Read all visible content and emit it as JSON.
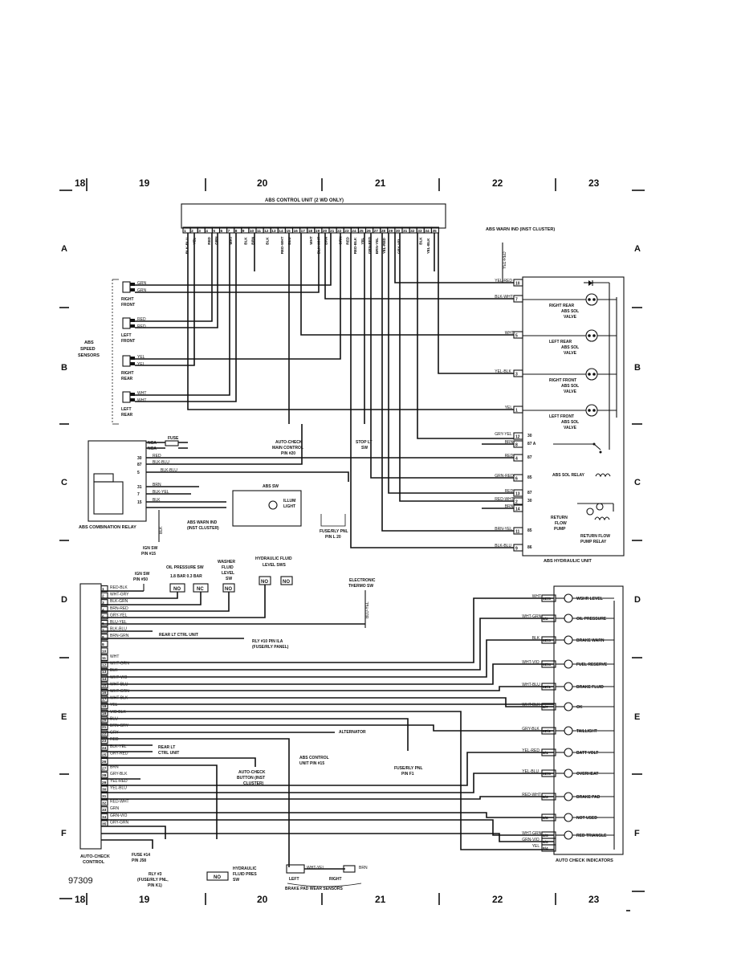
{
  "grid": {
    "top_numbers": [
      "18",
      "19",
      "20",
      "21",
      "22",
      "23"
    ],
    "bottom_numbers": [
      "18",
      "19",
      "20",
      "21",
      "22",
      "23"
    ],
    "left_letters": [
      "A",
      "B",
      "C",
      "D",
      "E",
      "F"
    ],
    "right_letters": [
      "A",
      "B",
      "C",
      "D",
      "E",
      "F"
    ]
  },
  "drawing_number": "97309",
  "abs_control_unit": {
    "title": "ABS CONTROL UNIT (2 WD ONLY)",
    "pins": [
      "1",
      "2",
      "3",
      "4",
      "5",
      "6",
      "7",
      "8",
      "9",
      "10",
      "11",
      "12",
      "13",
      "14",
      "15",
      "16",
      "17",
      "18",
      "19",
      "20",
      "21",
      "22",
      "23",
      "24",
      "25",
      "26",
      "27",
      "28",
      "29",
      "30",
      "31",
      "32",
      "33",
      "34",
      "35"
    ],
    "pin_wires": [
      {
        "pin": "1",
        "color": "BLK-BLU"
      },
      {
        "pin": "2",
        "color": "YEL"
      },
      {
        "pin": "4",
        "color": "RED"
      },
      {
        "pin": "5",
        "color": "GRN"
      },
      {
        "pin": "7",
        "color": "WHT"
      },
      {
        "pin": "9",
        "color": "BLK"
      },
      {
        "pin": "10",
        "color": "BRN"
      },
      {
        "pin": "12",
        "color": "BLK"
      },
      {
        "pin": "14",
        "color": "RED-WHT"
      },
      {
        "pin": "15",
        "color": "BLU"
      },
      {
        "pin": "18",
        "color": "WHT"
      },
      {
        "pin": "19",
        "color": "BLK-WHT"
      },
      {
        "pin": "20",
        "color": "BRN"
      },
      {
        "pin": "22",
        "color": "GRN"
      },
      {
        "pin": "23",
        "color": "RED"
      },
      {
        "pin": "24",
        "color": "RED-BLK"
      },
      {
        "pin": "25",
        "color": "YEL"
      },
      {
        "pin": "26",
        "color": "GRN-RED"
      },
      {
        "pin": "27",
        "color": "BRN-YEL"
      },
      {
        "pin": "28",
        "color": "YEL-RED"
      },
      {
        "pin": "30",
        "color": "GRY-YEL"
      },
      {
        "pin": "33",
        "color": "BLK"
      },
      {
        "pin": "34",
        "color": "YEL-BLK"
      }
    ]
  },
  "abs_speed_sensors": {
    "label": "ABS SPEED SENSORS",
    "sensors": [
      {
        "name": "RIGHT FRONT",
        "wires": [
          "GRN",
          "GRN"
        ]
      },
      {
        "name": "LEFT FRONT",
        "wires": [
          "RED",
          "RED"
        ]
      },
      {
        "name": "RIGHT REAR",
        "wires": [
          "YEL",
          "YEL"
        ]
      },
      {
        "name": "LEFT REAR",
        "wires": [
          "WHT",
          "WHT"
        ]
      }
    ]
  },
  "abs_warn_ind_top": {
    "label": "ABS WARN IND (INST CLUSTER)",
    "wire": "YEL-RED"
  },
  "abs_hydraulic_unit": {
    "title": "ABS HYDRAULIC UNIT",
    "pins": [
      {
        "num": "10",
        "wire": "YEL-RED"
      },
      {
        "num": "7",
        "wire": "BLK-WHT"
      },
      {
        "num": "5",
        "wire": "WHT"
      },
      {
        "num": "3",
        "wire": "YEL-BLK"
      },
      {
        "num": "1",
        "wire": "YEL"
      },
      {
        "num": "12",
        "wire": "GRY-YEL"
      },
      {
        "num": "8",
        "wire": "BRN"
      },
      {
        "num": "4",
        "wire": "RED"
      },
      {
        "num": "6",
        "wire": "GRN-RED"
      },
      {
        "num": "13",
        "wire": "RED"
      },
      {
        "num": "2",
        "wire": "RED-WHT"
      },
      {
        "num": "14",
        "wire": "BRN"
      },
      {
        "num": "11",
        "wire": "BRN-YEL"
      },
      {
        "num": "9",
        "wire": "BLK-BLU"
      }
    ],
    "valves": [
      "RIGHT REAR ABS SOL VALVE",
      "LEFT REAR ABS SOL VALVE",
      "RIGHT FRONT ABS SOL VALVE",
      "LEFT FRONT ABS SOL VALVE"
    ],
    "relay_terminals": [
      "30",
      "87 A",
      "87",
      "85",
      "87",
      "30",
      "85",
      "86"
    ],
    "sol_relay": "ABS SOL RELAY",
    "pump": "RETURN FLOW PUMP",
    "pump_relay": "RETURN FLOW PUMP RELAY"
  },
  "combination_relay": {
    "title": "ABS COMBINATION RELAY",
    "fuse": "FUSE",
    "terminals": [
      "NCA",
      "NCA",
      "30",
      "87",
      "5",
      "31",
      "7",
      "15"
    ],
    "wires": [
      "RED",
      "BLK-BLU",
      "BLK-BLU",
      "BRN",
      "BLK-YEL",
      "BLK"
    ],
    "ign": "IGN SW PIN #15"
  },
  "abs_sw": {
    "label": "ABS SW",
    "light": "ILLUM LIGHT",
    "wires": [
      "BLK",
      "BLK",
      "BRN"
    ]
  },
  "abs_warn_ind_bottom": "ABS WARN IND (INST CLUSTER)",
  "auto_check_main": "AUTO-CHECK MAIN CONTROL PIN #20",
  "stop_lt": "STOP LT SW",
  "fuse_rly_pnl_top": "FUSE/RLY PNL PIN L 20",
  "fuse_rly_wires": [
    "RED",
    "RED",
    "RED"
  ],
  "auto_check_control": {
    "title": "AUTO-CHECK CONTROL",
    "pins": [
      {
        "n": "1",
        "w": "RED-BLK"
      },
      {
        "n": "2",
        "w": "WHT-GRY"
      },
      {
        "n": "3",
        "w": "BLK-GRN"
      },
      {
        "n": "4",
        "w": "BRN-RED"
      },
      {
        "n": "5",
        "w": "GRY-YEL"
      },
      {
        "n": "6",
        "w": "BLU-YEL"
      },
      {
        "n": "7",
        "w": "BLK-BLU"
      },
      {
        "n": "8",
        "w": "BRN-GRN"
      },
      {
        "n": "9",
        "w": ""
      },
      {
        "n": "10",
        "w": ""
      },
      {
        "n": "11",
        "w": "WHT"
      },
      {
        "n": "12",
        "w": "WHT-GRN"
      },
      {
        "n": "13",
        "w": "BLK"
      },
      {
        "n": "14",
        "w": "WHT-VIO"
      },
      {
        "n": "15",
        "w": "WHT-BLU"
      },
      {
        "n": "16",
        "w": "WHT-GRN"
      },
      {
        "n": "17",
        "w": "WHT-BLK"
      },
      {
        "n": "18",
        "w": "YEL"
      },
      {
        "n": "19",
        "w": "VIO-BLK"
      },
      {
        "n": "20",
        "w": "BLU"
      },
      {
        "n": "21",
        "w": "BRN-GRY"
      },
      {
        "n": "22",
        "w": "GRY"
      },
      {
        "n": "23",
        "w": "RED"
      },
      {
        "n": "24",
        "w": "BLK-YEL"
      },
      {
        "n": "25",
        "w": "GRY-RED"
      },
      {
        "n": "26",
        "w": ""
      },
      {
        "n": "27",
        "w": "BRN"
      },
      {
        "n": "28",
        "w": "GRY-BLK"
      },
      {
        "n": "29",
        "w": "YEL-RED"
      },
      {
        "n": "30",
        "w": "YEL-BLU"
      },
      {
        "n": "31",
        "w": ""
      },
      {
        "n": "32",
        "w": "RED-WHT"
      },
      {
        "n": "33",
        "w": "GRN"
      },
      {
        "n": "34",
        "w": "GRN-VIO"
      },
      {
        "n": "35",
        "w": "GRY-GRN"
      }
    ]
  },
  "lower_labels": {
    "ign_sw": "IGN SW PIN #50",
    "oil_pressure_sw": "OIL PRESSURE SW",
    "oil_values": "1.8 BAR 0.3 BAR",
    "washer_fluid": "WASHER FLUID LEVEL SW",
    "hydraulic_fluid": "HYDRAULIC FLUID LEVEL SWS",
    "electronic_thermo": "ELECTRONIC THERMO SW",
    "rear_lt_ctrl": "REAR LT CTRL UNIT",
    "rly_10": "RLY #10 PIN ILA (FUSE/RLY PANEL)",
    "alternator": "ALTERNATOR",
    "abs_control_pin": "ABS CONTROL UNIT PIN #15",
    "auto_check_button": "AUTO-CHECK BUTTON (INST CLUSTER)",
    "fuse_rly_pnl_f1": "FUSE/RLY PNL PIN F1",
    "rear_lt_ctrl_2": "REAR LT CTRL UNIT",
    "fuse_14": "FUSE #14 PIN J58",
    "rly_3": "RLY #3 (FUSE/RLY PNL, PIN K1)",
    "hydraulic_pres": "HYDRAULIC FLUID PRES SW",
    "brake_pad": "BRAKE PAD WEAR SENSORS",
    "left": "LEFT",
    "right": "RIGHT",
    "no": "NO",
    "nc": "NC",
    "wht_yel": "WHT-YEL",
    "blu_yel": "BLU-YEL",
    "gry_yel": "GRY-YEL",
    "gry_red": "GRY-RED",
    "blu": "BLU",
    "vio_blk": "VIO-BLK",
    "grn": "GRN",
    "brn": "BRN",
    "wht_yel_v": "WHT-YEL",
    "bln": "BLN"
  },
  "auto_check_indicators": {
    "title": "AUTO CHECK INDICATORS",
    "items": [
      {
        "wire": "WHT",
        "pin": "6E/5",
        "label": "WSHR LEVEL"
      },
      {
        "wire": "WHT-GRN",
        "pin": "8/2",
        "label": "OIL PRESSURE"
      },
      {
        "wire": "BLK",
        "pin": "6E/3",
        "label": "BRAKE WARN"
      },
      {
        "wire": "WHT-VIO",
        "pin": "6E/4",
        "label": "FUEL RESERVE"
      },
      {
        "wire": "WHT-BLU",
        "pin": "6E/1",
        "label": "BRAKE FLUID"
      },
      {
        "wire": "WHT-BLK",
        "pin": "8/7",
        "label": "OK"
      },
      {
        "wire": "GRY-BLK",
        "pin": "6E/2",
        "label": "TAILLIGHT"
      },
      {
        "wire": "YEL-RED",
        "pin": "8/1",
        "label": "BATT VOLT"
      },
      {
        "wire": "YEL-BLU",
        "pin": "6E/6",
        "label": "OVERHEAT"
      },
      {
        "wire": "RED-WHT",
        "pin": "8/3",
        "label": "BRAKE PAD"
      },
      {
        "wire": "",
        "pin": "8/8",
        "label": "NOT USED"
      },
      {
        "wire": "WHT-GRN",
        "pin": "8/5",
        "label": "RED TRIANGLE"
      },
      {
        "wire": "GRN-VIO",
        "pin": "8/6",
        "label": ""
      },
      {
        "wire": "YEL",
        "pin": "8/4",
        "label": ""
      }
    ]
  }
}
